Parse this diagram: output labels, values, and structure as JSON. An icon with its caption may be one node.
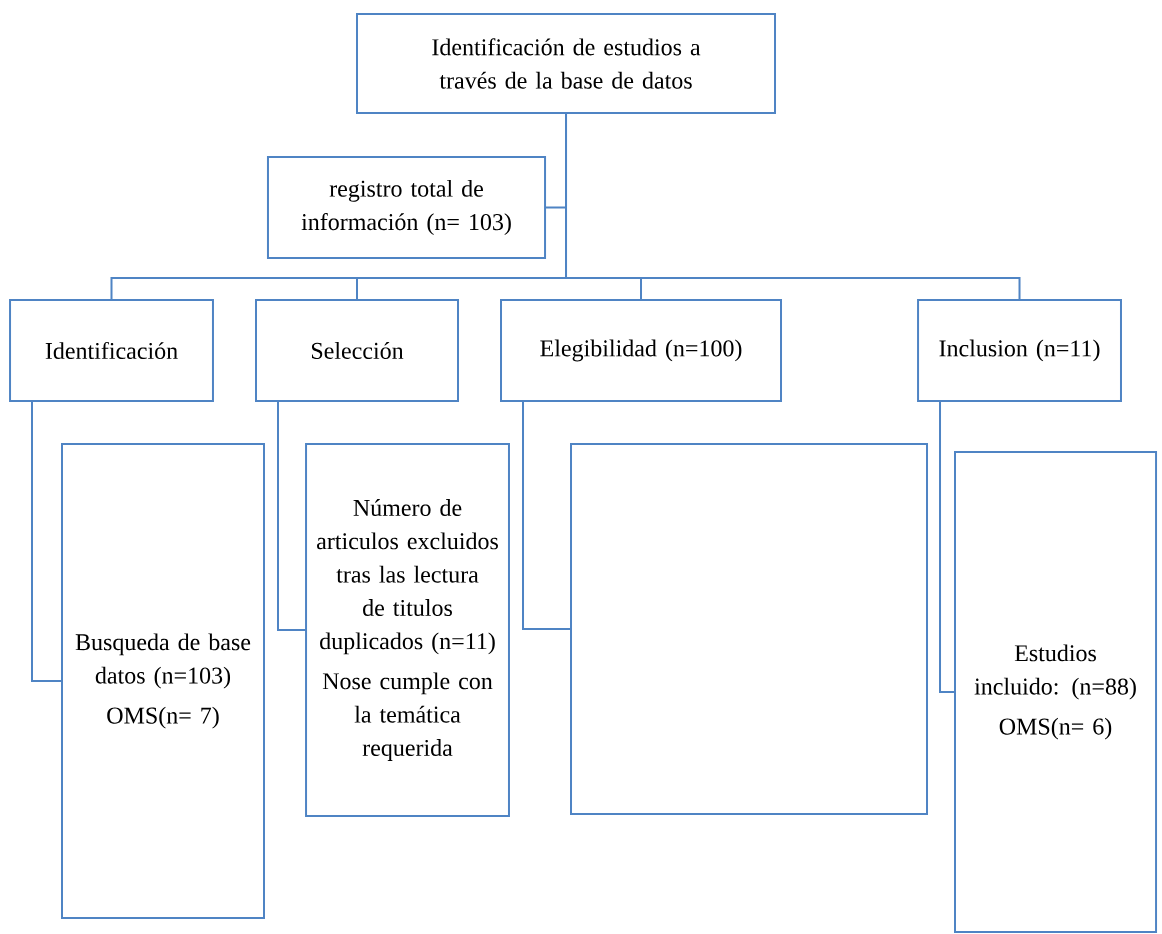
{
  "diagram": {
    "nodes": [
      {
        "text": [
          "Identificación de estudios a través de la base de datos"
        ]
      },
      {
        "text": [
          "registro total de información (n= 103)"
        ]
      },
      {
        "text": [
          "Identificación"
        ]
      },
      {
        "text": [
          "Selección"
        ]
      },
      {
        "text": [
          "Elegibilidad (n=100)"
        ]
      },
      {
        "text": [
          "Inclusion (n=11)"
        ]
      },
      {
        "text": [
          "Busqueda de base datos (n=103)",
          "OMS(n= 7)"
        ]
      },
      {
        "text": [
          "Número de articulos excluidos tras las lectura de titulos duplicados (n=11)",
          "Nose cumple con la temática requerida"
        ]
      },
      {
        "text": [],
        "shape": "box"
      },
      {
        "text": [
          "Estudios incluido: (n=88)",
          "OMS(n= 6)"
        ]
      }
    ],
    "edges": [
      {
        "from": 0,
        "to": 1,
        "arrow": "none"
      },
      {
        "from": 0,
        "to": 2,
        "arrow": "none"
      },
      {
        "from": 0,
        "to": 3,
        "arrow": "none"
      },
      {
        "from": 0,
        "to": 4,
        "arrow": "none"
      },
      {
        "from": 0,
        "to": 5,
        "arrow": "none"
      },
      {
        "from": 2,
        "to": 6,
        "arrow": "none"
      },
      {
        "from": 3,
        "to": 7,
        "arrow": "none"
      },
      {
        "from": 4,
        "to": 8,
        "arrow": "none"
      },
      {
        "from": 5,
        "to": 9,
        "arrow": "none"
      }
    ]
  }
}
